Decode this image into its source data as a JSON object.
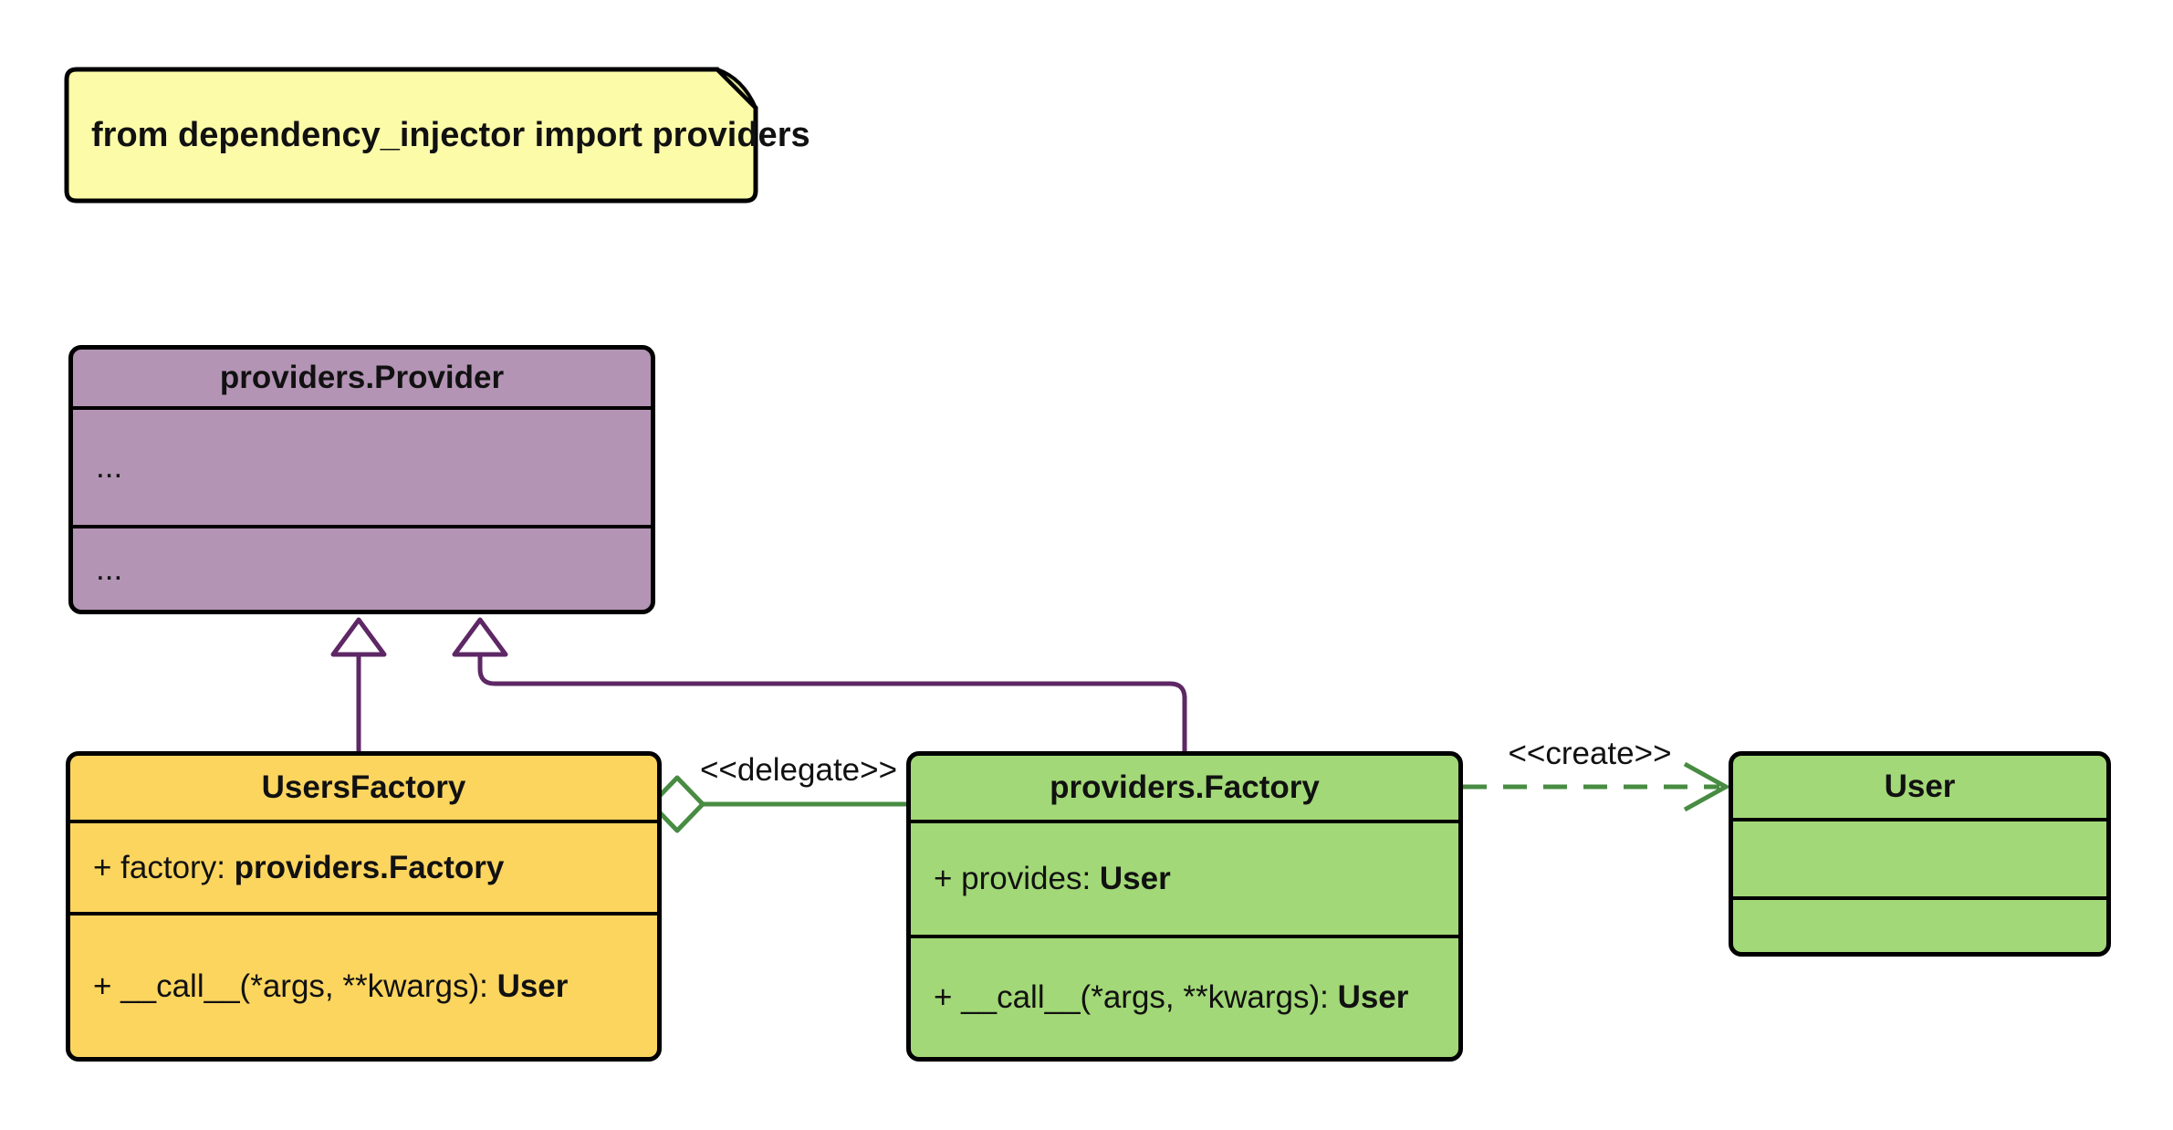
{
  "diagram": {
    "note": {
      "text": "from dependency_injector import providers"
    },
    "classes": {
      "provider": {
        "title": "providers.Provider",
        "attributes_placeholder": "...",
        "methods_placeholder": "..."
      },
      "users_factory": {
        "title": "UsersFactory",
        "attr_prefix": "+ factory: ",
        "attr_type": "providers.Factory",
        "method_prefix": "+ __call__(*args, **kwargs): ",
        "method_type": "User"
      },
      "factory": {
        "title": "providers.Factory",
        "attr_prefix": "+ provides: ",
        "attr_type": "User",
        "method_prefix": "+ __call__(*args, **kwargs): ",
        "method_type": "User"
      },
      "user": {
        "title": "User"
      }
    },
    "edges": {
      "delegate_label": "<<delegate>>",
      "create_label": "<<create>>"
    },
    "colors": {
      "note_fill": "#FBFBA8",
      "note_fold": "#E3E397",
      "purple_fill": "#B394B4",
      "purple_line": "#5E2765",
      "yellow_fill": "#FCD55F",
      "green_fill": "#A2D877",
      "green_line": "#478C42",
      "border": "#000000",
      "text": "#111111",
      "background": "#FFFFFF"
    }
  }
}
